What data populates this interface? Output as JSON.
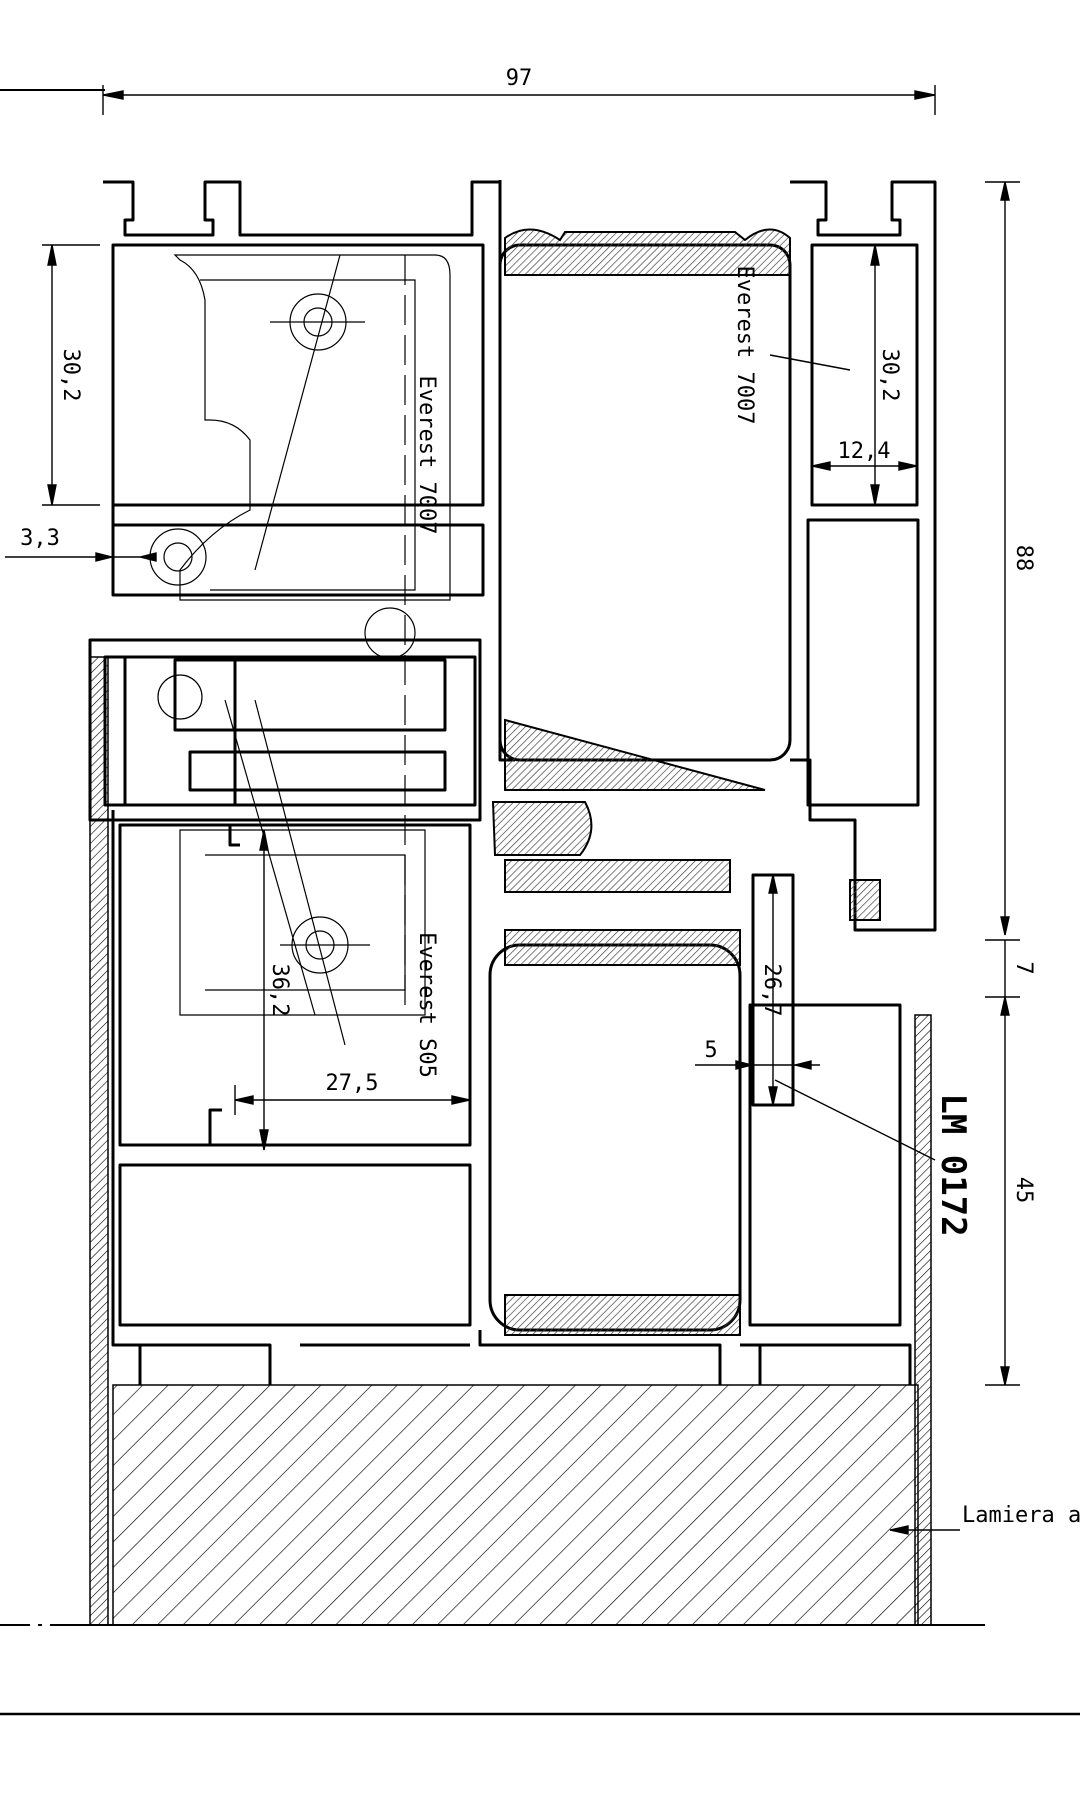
{
  "dimensions": {
    "overall_width": "97",
    "height_top_left": "30,2",
    "height_top_right": "30,2",
    "width_top_right": "12,4",
    "left_offset": "3,3",
    "total_height": "88",
    "gap": "7",
    "lower_height": "45",
    "lower_left_height": "36,2",
    "lower_left_width": "27,5",
    "glazing_height": "26,7",
    "glazing_width": "5"
  },
  "labels": {
    "hardware_top_sash": "Everest 7007",
    "hardware_top_frame": "Everest 7007",
    "hardware_lower": "Everest S05",
    "profile_code": "LM 0172",
    "sheet_label": "Lamiera al"
  }
}
